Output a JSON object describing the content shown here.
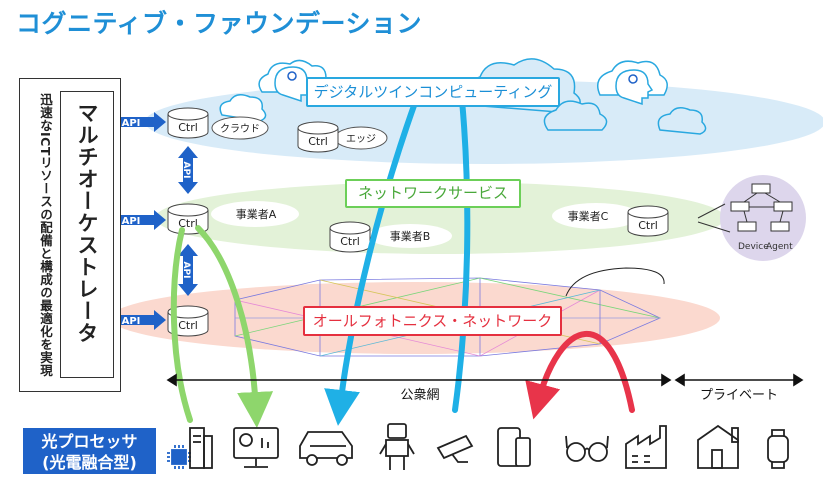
{
  "title": "コグニティブ・ファウンデーション",
  "left_panel": {
    "outer_text": "迅速なICTリソースの配備と構成の最適化を実現",
    "inner_text": "マルチオーケストレータ"
  },
  "api_label": "API",
  "ctrl_label": "Ctrl",
  "layers": {
    "digital_twin": "デジタルツインコンピューティング",
    "network_services": "ネットワークサービス",
    "all_photonics": "オールフォトニクス・ネットワーク"
  },
  "cloud_labels": {
    "cloud": "クラウド",
    "edge": "エッジ"
  },
  "operators": {
    "a": "事業者A",
    "b": "事業者B",
    "c": "事業者C"
  },
  "device_agent": {
    "device": "Device",
    "agent": "Agent"
  },
  "network_scope": {
    "public": "公衆網",
    "private": "プライベート"
  },
  "photonic_processor": {
    "line1": "光プロセッサ",
    "line2": "(光電融合型)"
  },
  "colors": {
    "title": "#1f8fd6",
    "api_blue": "#1f62c8",
    "digital_twin_band": "#d8ebf8",
    "network_band": "#e3f2d8",
    "photonics_band": "#fbd9cf",
    "photonics_border": "#e5303f",
    "cyan_arrow": "#1fb0e6",
    "green_arrow": "#8ed66c",
    "red_arrow": "#e8344a"
  },
  "icons": [
    "chip-icon",
    "server-icon",
    "monitor-chart-icon",
    "car-icon",
    "robot-icon",
    "cctv-camera-icon",
    "smartphone-icon",
    "glasses-icon",
    "factory-icon",
    "house-icon",
    "smartwatch-icon"
  ]
}
